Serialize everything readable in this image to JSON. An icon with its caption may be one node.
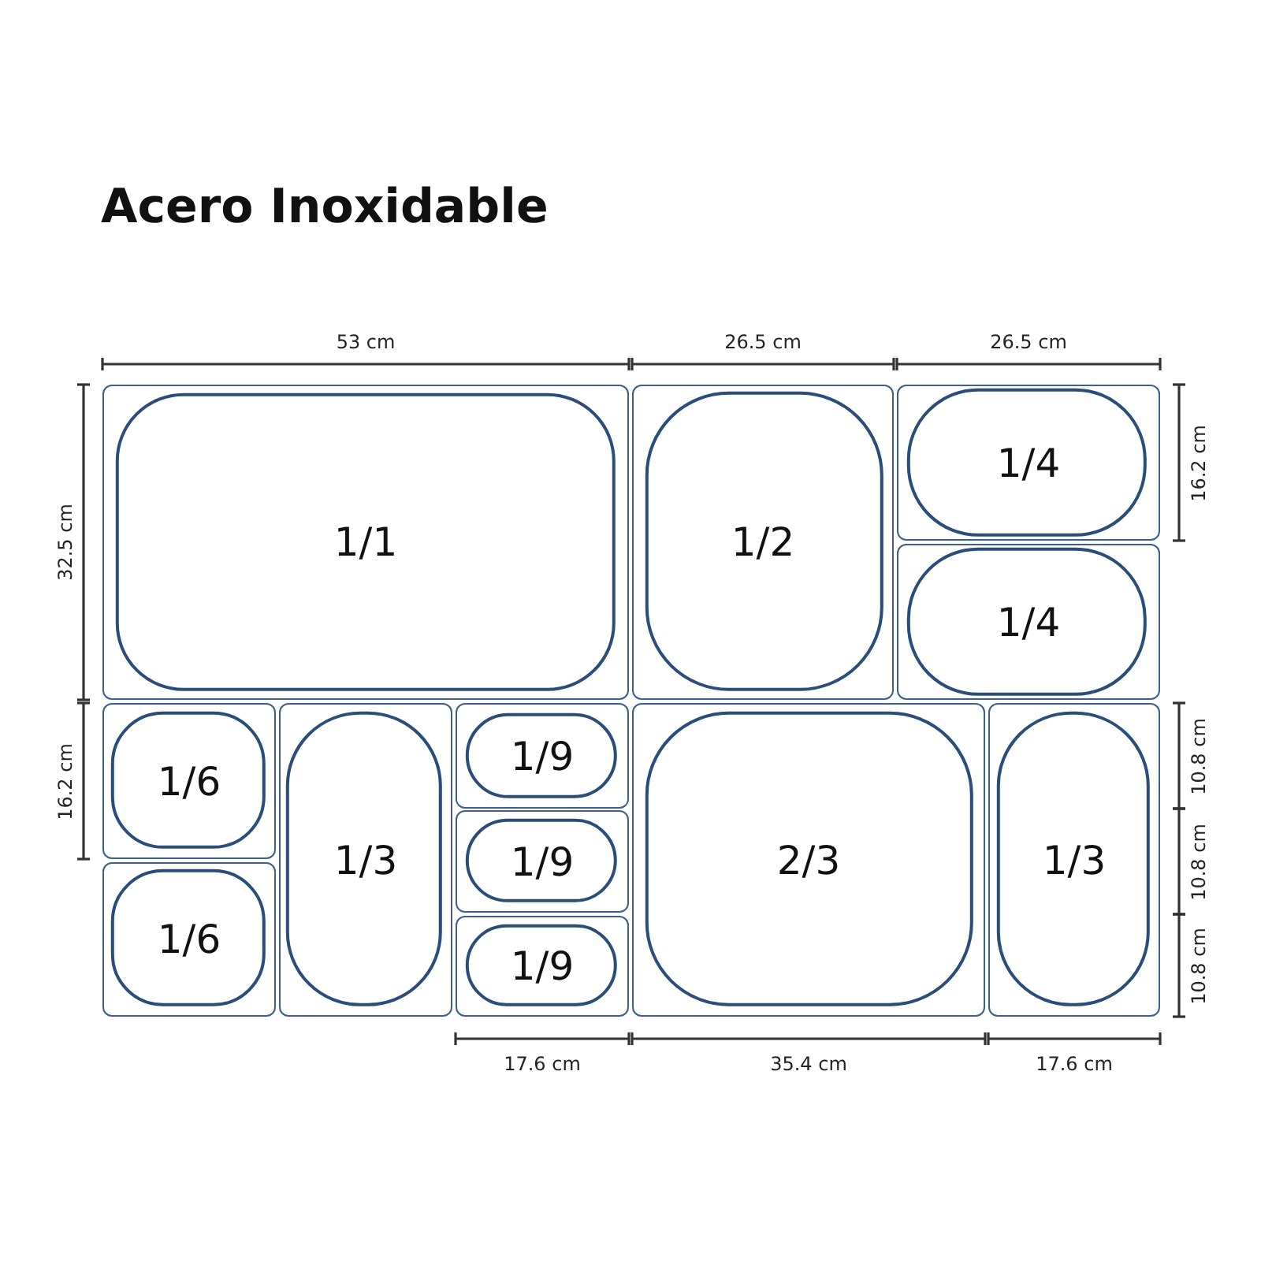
{
  "diagram": {
    "title": "Acero Inoxidable",
    "nodes": [
      {
        "text": [
          "1/1"
        ]
      },
      {
        "text": [
          "1/2"
        ]
      },
      {
        "text": [
          "1/4"
        ]
      },
      {
        "text": [
          "1/4"
        ]
      },
      {
        "text": [
          "1/6"
        ]
      },
      {
        "text": [
          "1/3"
        ]
      },
      {
        "text": [
          "1/9"
        ]
      },
      {
        "text": [
          "1/9"
        ]
      },
      {
        "text": [
          "2/3"
        ]
      },
      {
        "text": [
          "1/3"
        ]
      },
      {
        "text": [
          "1/6"
        ]
      },
      {
        "text": [
          "1/9"
        ]
      }
    ],
    "labels": [
      "53 cm",
      "26.5 cm",
      "26.5 cm",
      "32.5 cm",
      "16.2 cm",
      "16.2 cm",
      "10.8 cm",
      "10.8 cm",
      "10.8 cm",
      "17.6 cm",
      "35.4 cm",
      "17.6 cm"
    ]
  }
}
